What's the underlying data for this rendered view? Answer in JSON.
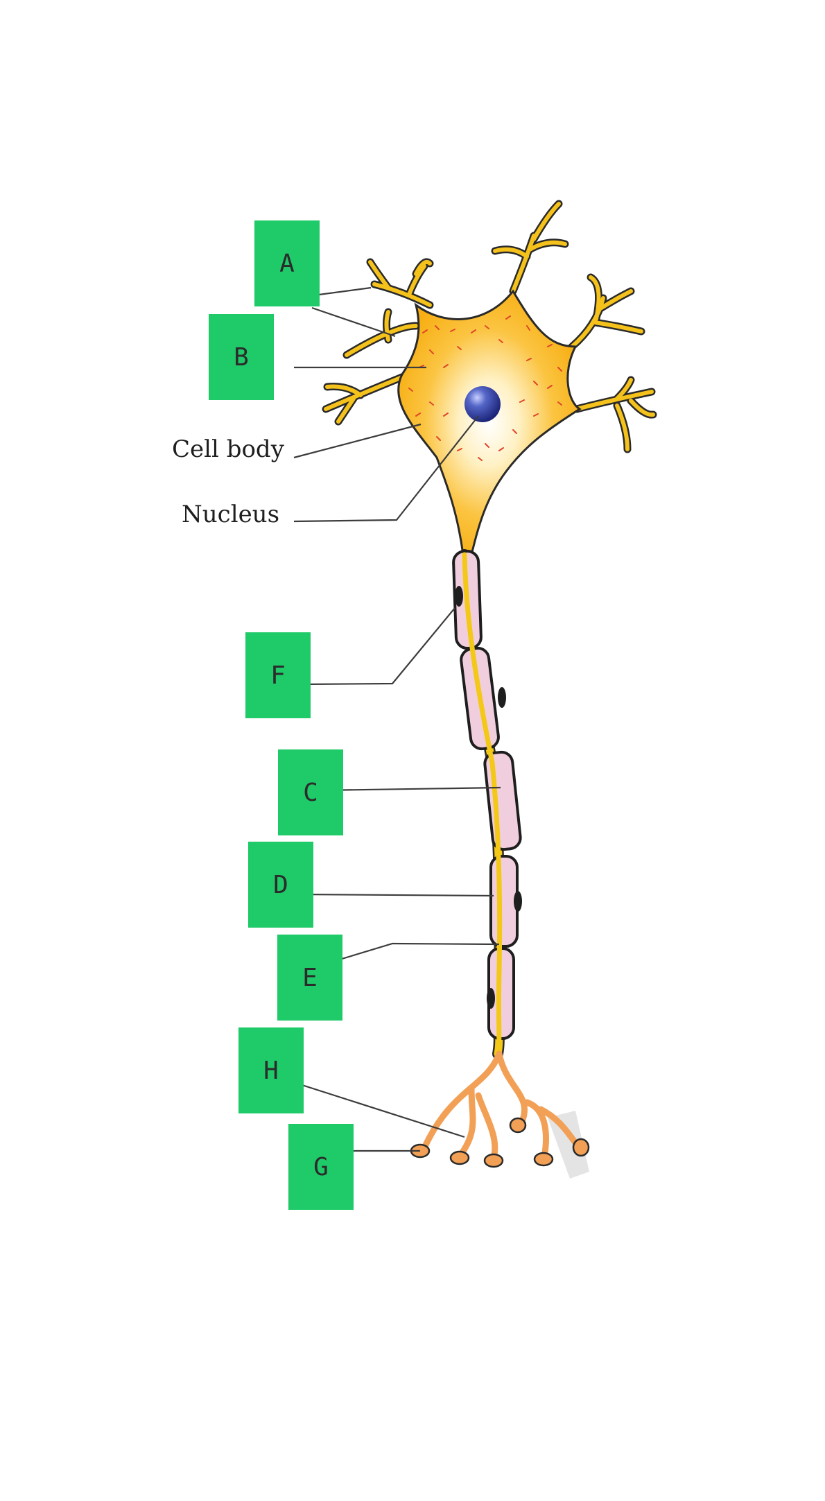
{
  "colors": {
    "label_box": "#1fca68",
    "soma": "#f8b21a",
    "dendrite": "#f5c21c",
    "nucleus": "#2c3a9c",
    "axon": "#f3c817",
    "myelin": "#f1cedd",
    "terminal": "#f2a056",
    "leader_line": "#3c3c3c"
  },
  "labels": {
    "box_a": "A",
    "box_b": "B",
    "box_c": "C",
    "box_d": "D",
    "box_e": "E",
    "box_f": "F",
    "box_g": "G",
    "box_h": "H",
    "cell_body": "Cell body",
    "nucleus": "Nucleus"
  }
}
